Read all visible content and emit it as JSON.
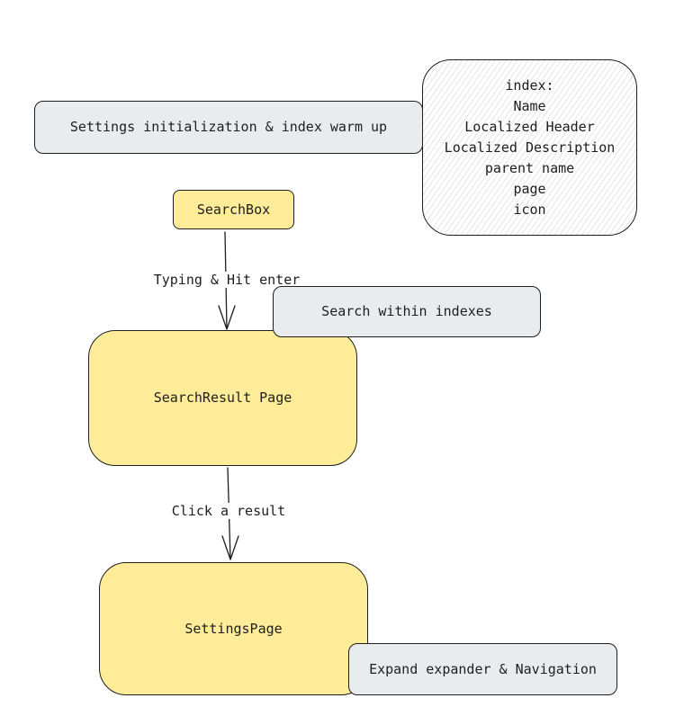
{
  "nodes": {
    "settings_init": "Settings initialization & index warm up",
    "index_lines": [
      "index:",
      "Name",
      "Localized Header",
      "Localized Description",
      "parent name",
      "page",
      "icon"
    ],
    "searchbox": "SearchBox",
    "search_within": "Search within indexes",
    "search_result_page": "SearchResult Page",
    "settings_page": "SettingsPage",
    "expand_nav": "Expand expander & Navigation"
  },
  "edges": {
    "typing": "Typing & Hit enter",
    "click": "Click a result"
  },
  "colors": {
    "yellow": "#ffec99",
    "gray": "#e9ecef",
    "stroke": "#1e1e1e"
  }
}
